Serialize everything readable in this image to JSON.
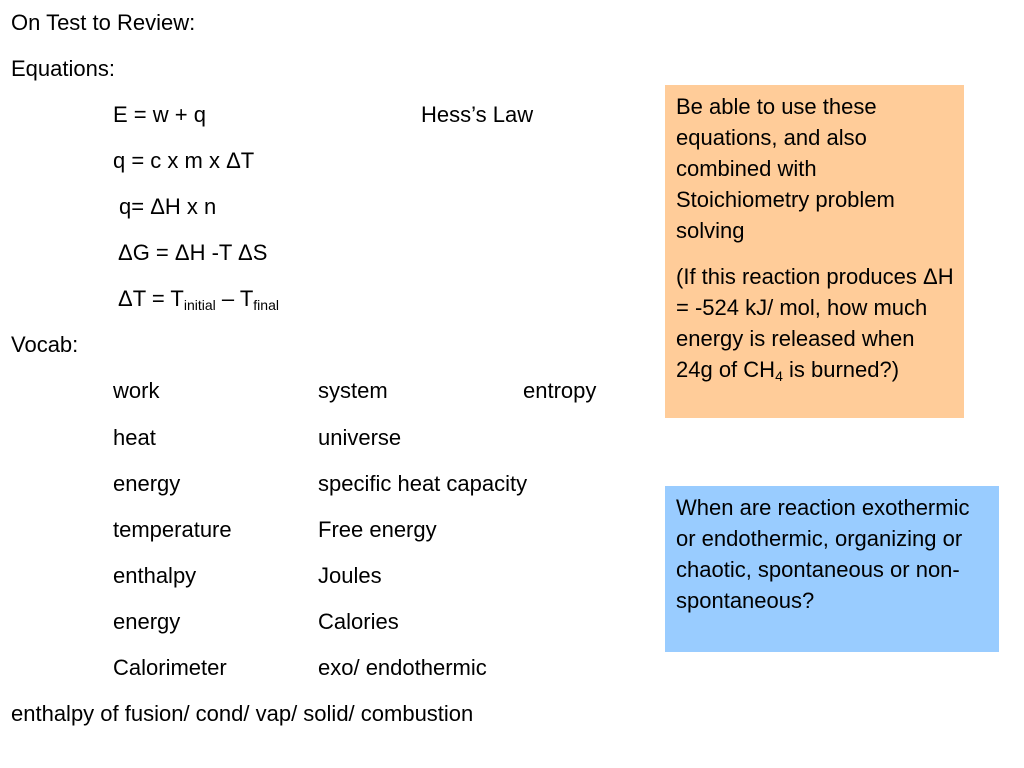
{
  "headings": {
    "test_review": "On Test to Review:",
    "equations": "Equations:",
    "vocab": "Vocab:"
  },
  "equations": {
    "energy": "E = w + q",
    "hess": "Hess’s Law",
    "q_cmdt": "q = c x m x ΔT",
    "q_hn": "q= ΔH x n",
    "gibbs": "ΔG = ΔH -T ΔS",
    "delta_t_prefix": "ΔT = T",
    "delta_t_sub1": "initial",
    "delta_t_mid": " – T",
    "delta_t_sub2": "final"
  },
  "vocab": {
    "col1": [
      "work",
      "heat",
      "energy",
      "temperature",
      "enthalpy",
      "energy",
      "Calorimeter"
    ],
    "col2": [
      "system",
      "universe",
      "specific heat capacity",
      "Free energy",
      "Joules",
      "Calories",
      "exo/ endothermic"
    ],
    "col3": [
      "entropy"
    ],
    "footer": "enthalpy of fusion/ cond/ vap/ solid/ combustion"
  },
  "orange_box": {
    "para1": "Be able to use these equations, and also combined with Stoichiometry problem solving",
    "para2_main": "(If this reaction produces ΔH = -524 kJ/ mol, how much energy is released when 24g of CH",
    "para2_sub": "4",
    "para2_end": " is burned?)"
  },
  "blue_box": {
    "text": "When are reaction exothermic or endothermic, organizing or chaotic, spontaneous or non-spontaneous?"
  },
  "colors": {
    "orange_box_bg": "#ffcc99",
    "blue_box_bg": "#99ccff"
  }
}
